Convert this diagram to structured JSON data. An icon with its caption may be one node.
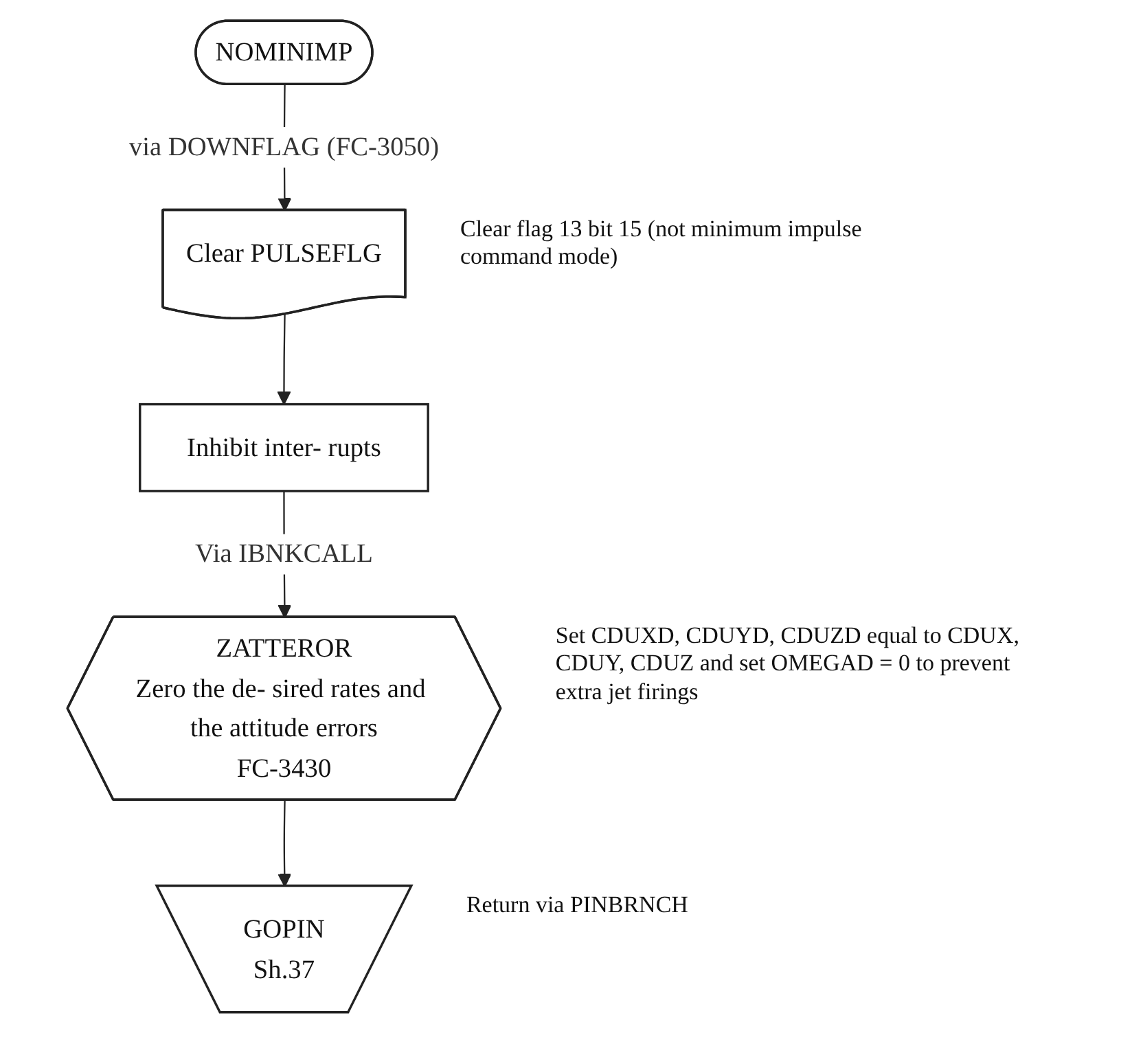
{
  "diagram": {
    "nodes": [
      {
        "text": [
          "NOMINIMP"
        ]
      },
      {
        "text": [
          "Clear PULSEFLG"
        ],
        "beside": [
          "Clear flag 13 bit 15 (not minimum impulse command mode)"
        ]
      },
      {
        "text": [
          "Inhibit inter- rupts"
        ]
      },
      {
        "text": [
          "ZATTEROR",
          "Zero the de- sired rates and the attitude errors",
          "FC-3430"
        ],
        "beside": [
          "Set CDUXD, CDUYD, CDUZD equal to CDUX, CDUY, CDUZ and set OMEGAD = 0 to prevent extra jet firings"
        ]
      },
      {
        "text": [
          "GOPIN",
          "Sh.37"
        ],
        "beside": [
          "Return via PINBRNCH"
        ]
      }
    ],
    "edges": [
      {
        "from": 0,
        "to": 1,
        "arrow": "to",
        "label": "via DOWNFLAG (FC-3050)"
      },
      {
        "from": 1,
        "to": 2,
        "arrow": "to"
      },
      {
        "from": 2,
        "to": 3,
        "arrow": "to",
        "label": "Via IBNKCALL"
      },
      {
        "from": 3,
        "to": 4,
        "arrow": "to"
      }
    ]
  }
}
